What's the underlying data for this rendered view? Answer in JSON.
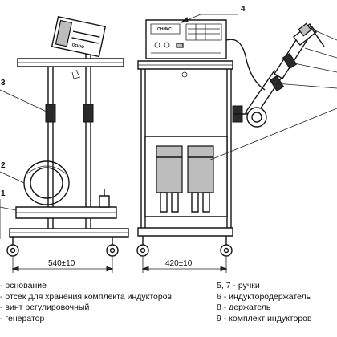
{
  "callouts": {
    "c4": "4",
    "c3": "3",
    "c2": "2",
    "c1": "1"
  },
  "panel": {
    "label": "ОНИКС"
  },
  "dimensions": {
    "left_width": "540±10",
    "right_width": "420±10"
  },
  "legend": {
    "left": [
      "- основание",
      "- отсек для хранения комплекта индукторов",
      "- винт регулировочный",
      "- генератор"
    ],
    "right": [
      "5, 7 - ручки",
      "6 - индуктородержатель",
      "8 - держатель",
      "9 - комплект индукторов"
    ]
  }
}
